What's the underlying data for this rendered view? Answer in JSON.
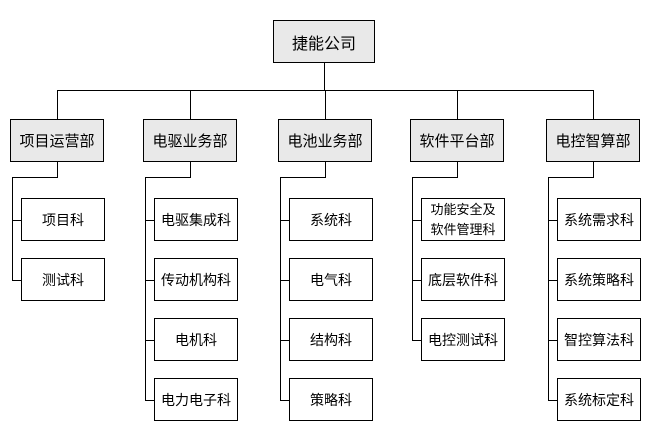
{
  "org_chart": {
    "type": "org-tree",
    "root": {
      "label": "捷能公司"
    },
    "departments": [
      {
        "label": "项目运营部",
        "children": [
          "项目科",
          "测试科"
        ]
      },
      {
        "label": "电驱业务部",
        "children": [
          "电驱集成科",
          "传动机构科",
          "电机科",
          "电力电子科"
        ]
      },
      {
        "label": "电池业务部",
        "children": [
          "系统科",
          "电气科",
          "结构科",
          "策略科"
        ]
      },
      {
        "label": "软件平台部",
        "children": [
          "功能安全及\n软件管理科",
          "底层软件科",
          "电控测试科"
        ]
      },
      {
        "label": "电控智算部",
        "children": [
          "系统需求科",
          "系统策略科",
          "智控算法科",
          "系统标定科"
        ]
      }
    ],
    "colors": {
      "box_fill": "#e9e9e9",
      "child_fill": "#ffffff",
      "border": "#000000",
      "connector": "#000000",
      "canvas": "#ffffff"
    }
  }
}
